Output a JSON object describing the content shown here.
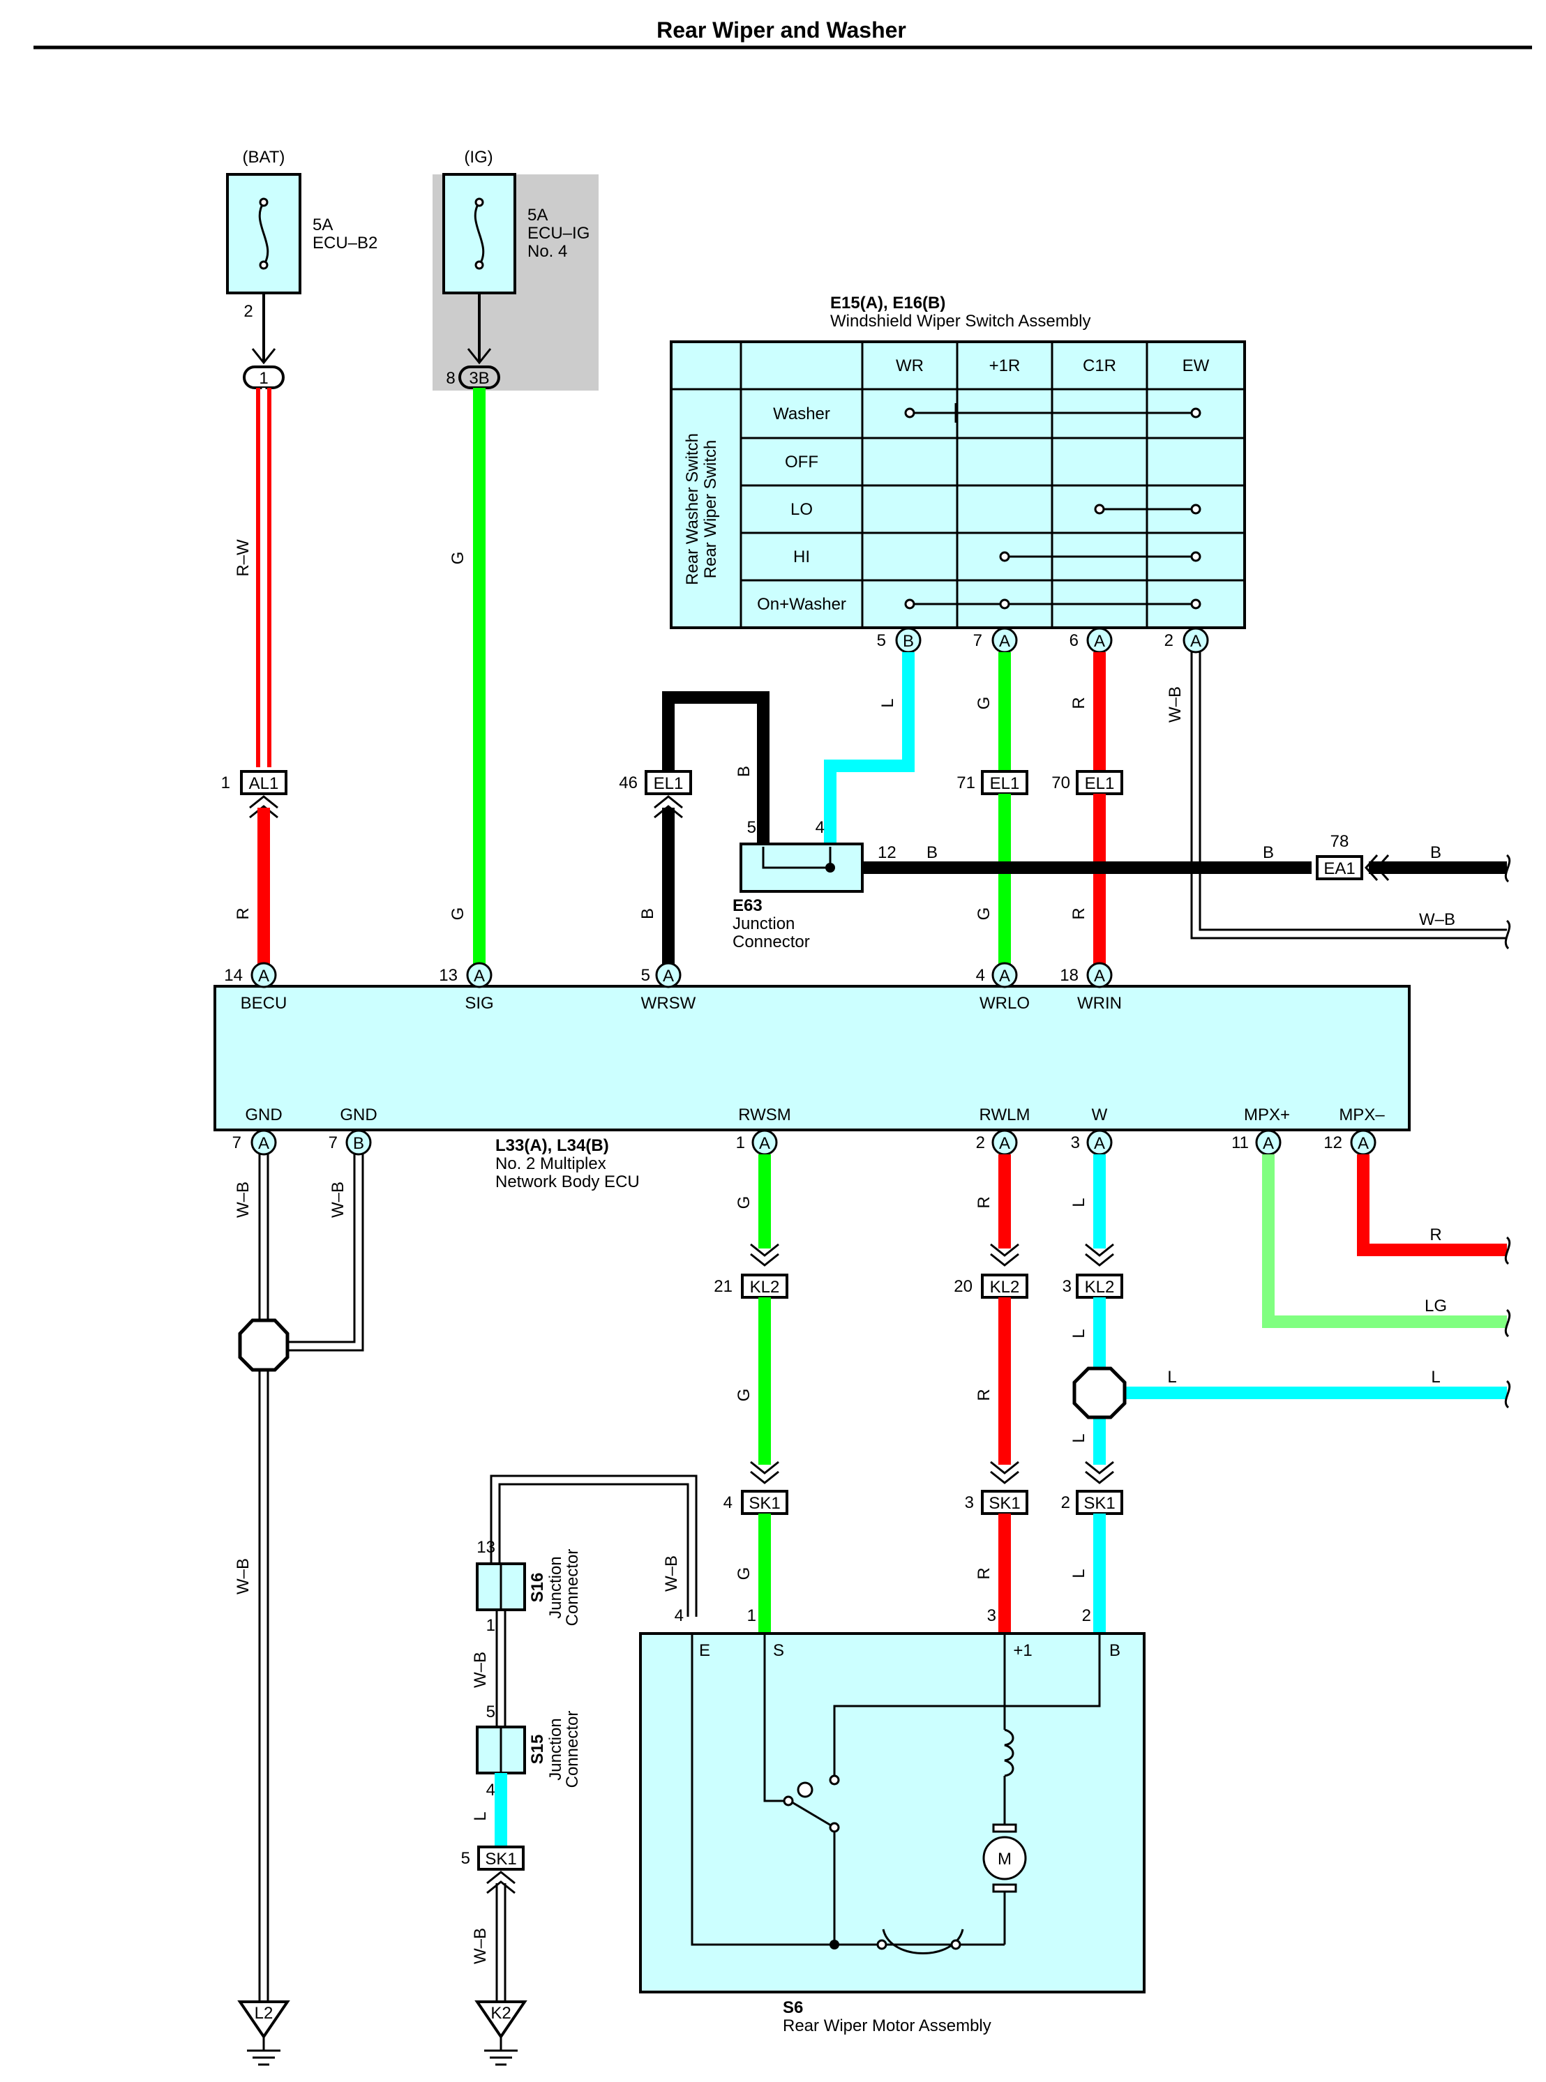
{
  "title": "Rear Wiper and Washer",
  "fuses": {
    "bat": {
      "source": "(BAT)",
      "rating": "5A",
      "name": "ECU–B2",
      "pin": "2",
      "conn": "1"
    },
    "ig": {
      "source": "(IG)",
      "rating": "5A",
      "name": "ECU–IG",
      "name2": "No. 4",
      "pin": "8",
      "conn": "3B"
    }
  },
  "switch": {
    "ref": "E15(A), E16(B)",
    "name": "Windshield Wiper Switch Assembly",
    "side_label_1": "Rear Washer Switch",
    "side_label_2": "Rear Wiper Switch",
    "columns": [
      "WR",
      "+1R",
      "C1R",
      "EW"
    ],
    "rows": [
      "Washer",
      "OFF",
      "LO",
      "HI",
      "On+Washer"
    ],
    "pins": [
      {
        "num": "5",
        "letter": "B"
      },
      {
        "num": "7",
        "letter": "A"
      },
      {
        "num": "6",
        "letter": "A"
      },
      {
        "num": "2",
        "letter": "A"
      }
    ]
  },
  "ecu": {
    "ref": "L33(A), L34(B)",
    "name": "No. 2 Multiplex",
    "name2": "Network Body ECU",
    "top_terms": [
      {
        "num": "14",
        "letter": "A",
        "label": "BECU"
      },
      {
        "num": "13",
        "letter": "A",
        "label": "SIG"
      },
      {
        "num": "5",
        "letter": "A",
        "label": "WRSW"
      },
      {
        "num": "4",
        "letter": "A",
        "label": "WRLO"
      },
      {
        "num": "18",
        "letter": "A",
        "label": "WRIN"
      }
    ],
    "bottom_terms": [
      {
        "num": "7",
        "letter": "A",
        "label": "GND"
      },
      {
        "num": "7",
        "letter": "B",
        "label": "GND"
      },
      {
        "num": "1",
        "letter": "A",
        "label": "RWSM"
      },
      {
        "num": "2",
        "letter": "A",
        "label": "RWLM"
      },
      {
        "num": "3",
        "letter": "A",
        "label": "W"
      },
      {
        "num": "11",
        "letter": "A",
        "label": "MPX+"
      },
      {
        "num": "12",
        "letter": "A",
        "label": "MPX–"
      }
    ]
  },
  "connectors": {
    "al1": {
      "pin": "1",
      "name": "AL1"
    },
    "el1_46": {
      "pin": "46",
      "name": "EL1"
    },
    "el1_71": {
      "pin": "71",
      "name": "EL1"
    },
    "el1_70": {
      "pin": "70",
      "name": "EL1"
    },
    "ea1": {
      "pin": "78",
      "name": "EA1"
    },
    "kl2_21": {
      "pin": "21",
      "name": "KL2"
    },
    "kl2_20": {
      "pin": "20",
      "name": "KL2"
    },
    "kl2_3": {
      "pin": "3",
      "name": "KL2"
    },
    "sk1_4": {
      "pin": "4",
      "name": "SK1"
    },
    "sk1_3": {
      "pin": "3",
      "name": "SK1"
    },
    "sk1_2": {
      "pin": "2",
      "name": "SK1"
    },
    "sk1_5": {
      "pin": "5",
      "name": "SK1"
    }
  },
  "e63": {
    "ref": "E63",
    "name": "Junction",
    "name2": "Connector",
    "pin5": "5",
    "pin4": "4",
    "pin12": "12"
  },
  "s16": {
    "ref": "S16",
    "name": "Junction",
    "name2": "Connector",
    "pin_top": "13",
    "pin_bot": "1"
  },
  "s15": {
    "ref": "S15",
    "name": "Junction",
    "name2": "Connector",
    "pin_top": "5",
    "pin_bot": "4"
  },
  "motor": {
    "ref": "S6",
    "name": "Rear Wiper Motor Assembly",
    "terms": [
      {
        "num": "4",
        "label": "E"
      },
      {
        "num": "1",
        "label": "S"
      },
      {
        "num": "3",
        "label": "+1"
      },
      {
        "num": "2",
        "label": "B"
      }
    ],
    "motor_symbol": "M"
  },
  "grounds": {
    "l2": "L2",
    "k2": "K2"
  },
  "wires": {
    "rw": "R–W",
    "g": "G",
    "r": "R",
    "b": "B",
    "l": "L",
    "wb": "W–B",
    "lg": "LG"
  },
  "colors": {
    "red": "#ff0000",
    "green": "#00ff00",
    "cyan": "#00ffff",
    "black": "#000000",
    "lightgreen": "#80ff80",
    "panel": "#ccffff",
    "shade": "#cccccc"
  }
}
